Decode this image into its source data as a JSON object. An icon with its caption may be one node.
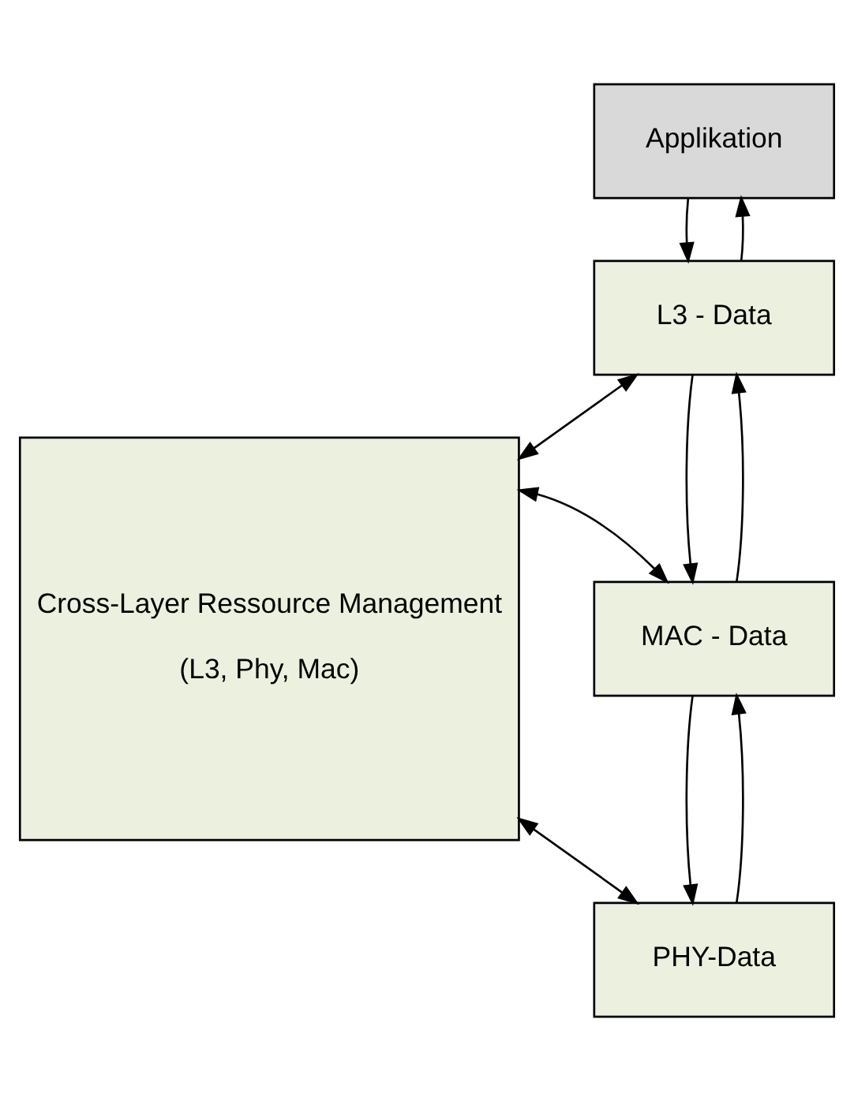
{
  "diagram": {
    "nodes": [
      {
        "text": [
          "Applikation"
        ]
      },
      {
        "text": [
          "L3 - Data"
        ]
      },
      {
        "text": [
          "MAC - Data"
        ]
      },
      {
        "text": [
          "PHY-Data"
        ]
      },
      {
        "text": [
          "Cross-Layer Ressource Management",
          "(L3, Phy, Mac)"
        ]
      }
    ],
    "edges": [
      {
        "from": 1,
        "to": 0,
        "arrow": "to"
      },
      {
        "from": 0,
        "to": 1,
        "arrow": "to"
      },
      {
        "from": 2,
        "to": 1,
        "arrow": "to"
      },
      {
        "from": 1,
        "to": 2,
        "arrow": "to"
      },
      {
        "from": 3,
        "to": 2,
        "arrow": "to"
      },
      {
        "from": 2,
        "to": 3,
        "arrow": "to"
      },
      {
        "from": 4,
        "to": 1,
        "arrow": "both"
      },
      {
        "from": 4,
        "to": 2,
        "arrow": "both"
      },
      {
        "from": 4,
        "to": 3,
        "arrow": "both"
      }
    ]
  }
}
